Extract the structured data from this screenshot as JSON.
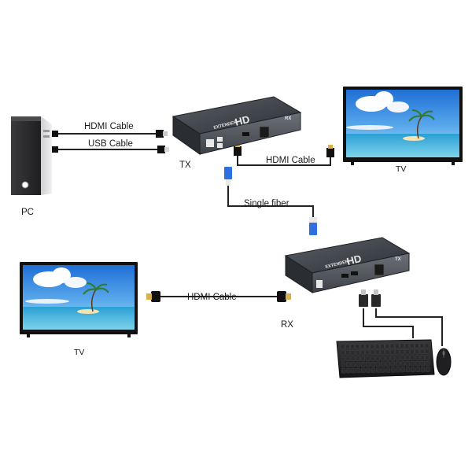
{
  "labels": {
    "pc": "PC",
    "tx": "TX",
    "rx": "RX",
    "tv_top": "TV",
    "tv_bottom": "TV",
    "hdmi_pc_tx": "HDMI Cable",
    "usb_pc_tx": "USB Cable",
    "hdmi_tx_tv": "HDMI Cable",
    "single_fiber": "Single fiber",
    "hdmi_rx_tv": "HDMI Cable"
  },
  "device_text": {
    "tx_logo_big": "HD",
    "tx_logo_small": "EXTENDER",
    "tx_port_tag": "RX",
    "rx_logo_big": "HD",
    "rx_logo_small": "EXTENDER",
    "rx_port_tag": "TX"
  }
}
